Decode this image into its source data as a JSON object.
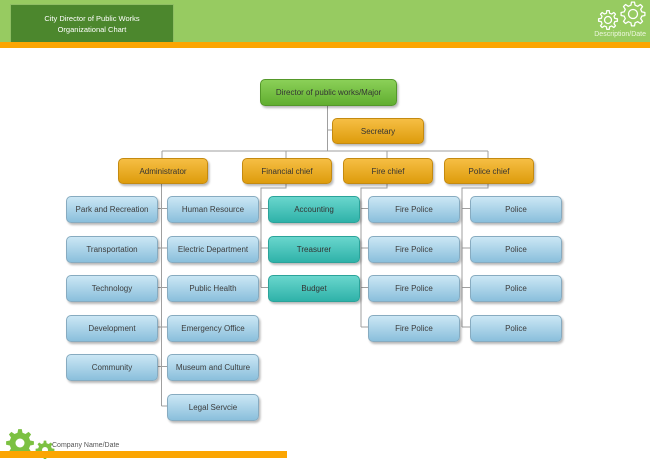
{
  "header": {
    "title_line1": "City Director of Public Works",
    "title_line2": "Organizational Chart",
    "description_label": "Description/Date"
  },
  "footer": {
    "company_label": "Company Name/Date"
  },
  "colors": {
    "header_green": "#97cb61",
    "title_box_green": "#4c872d",
    "accent_orange": "#fba502",
    "gear_green": "#7cc142",
    "connector_gray": "#9f9f9f",
    "node_green_top": "#8bd058",
    "node_green_bottom": "#61ae30",
    "node_orange_top": "#f6be44",
    "node_orange_bottom": "#de9c0c",
    "node_blue_top": "#cbe7f5",
    "node_blue_bottom": "#8abfdc",
    "node_teal_top": "#69d6cd",
    "node_teal_bottom": "#2fb2a9"
  },
  "org_chart": {
    "root": {
      "label": "Director of public works/Major",
      "type": "green"
    },
    "assistant": {
      "label": "Secretary",
      "type": "orange"
    },
    "groups": [
      {
        "label": "Administrator",
        "type": "orange",
        "child_type": "blue",
        "children_left": [
          "Park and Recreation",
          "Transportation",
          "Technology",
          "Development",
          "Community"
        ],
        "children_right": [
          "Human Resource",
          "Electric Department",
          "Public Health",
          "Emergency Office",
          "Museum and Culture",
          "Legal Servcie"
        ]
      },
      {
        "label": "Financial chief",
        "type": "orange",
        "child_type": "teal",
        "children": [
          "Accounting",
          "Treasurer",
          "Budget"
        ]
      },
      {
        "label": "Fire chief",
        "type": "orange",
        "child_type": "blue",
        "children": [
          "Fire Police",
          "Fire Police",
          "Fire Police",
          "Fire Police"
        ]
      },
      {
        "label": "Police chief",
        "type": "orange",
        "child_type": "blue",
        "children": [
          "Police",
          "Police",
          "Police",
          "Police"
        ]
      }
    ]
  }
}
